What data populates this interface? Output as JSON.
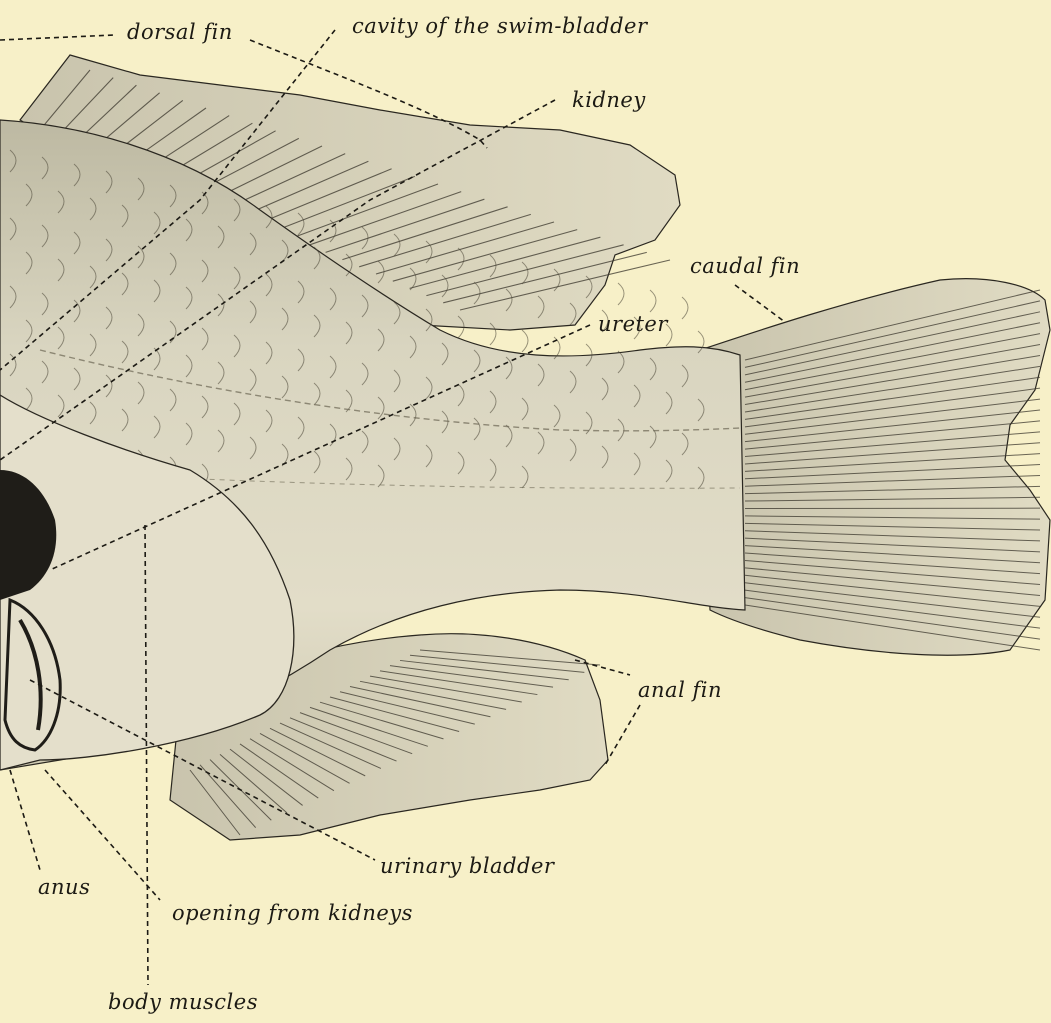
{
  "labels": {
    "dorsal_fin": "dorsal fin",
    "swim_bladder": "cavity of the swim-bladder",
    "kidney": "kidney",
    "caudal_fin": "caudal fin",
    "ureter": "ureter",
    "anal_fin": "anal fin",
    "urinary_bladder": "urinary bladder",
    "anus": "anus",
    "opening_from_kidneys": "opening from kidneys",
    "body_muscles": "body muscles"
  },
  "colors": {
    "paper": "#f7f0c8",
    "body": "#d8d3bd",
    "ink": "#1c1a14"
  }
}
